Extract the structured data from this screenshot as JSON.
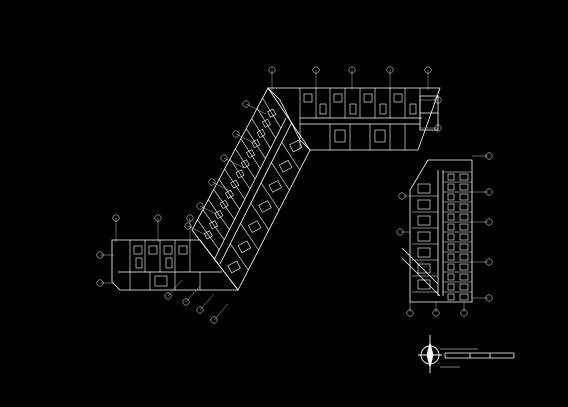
{
  "colors": {
    "background": "#000000",
    "linework": "#ffffff",
    "dim_linework": "#bdbdbd"
  },
  "drawing": {
    "type": "architectural floor plan (CAD linework)",
    "parts": [
      "north-wing",
      "diagonal-wing",
      "west-wing",
      "east-wing"
    ]
  },
  "legend": {
    "icon": "north-arrow-icon"
  }
}
